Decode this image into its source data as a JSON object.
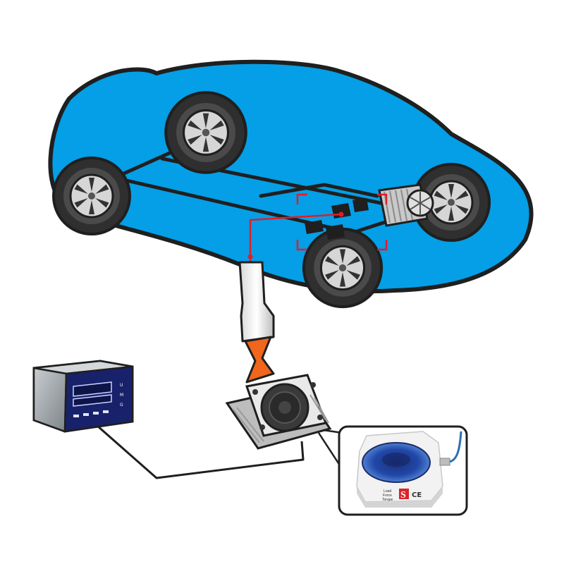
{
  "diagram": {
    "colors": {
      "car_body": "#049fe6",
      "outline": "#1f1f1f",
      "tire": "#2f2f2f",
      "rim": "#cfcfcf",
      "signal_wire": "#e11d2a",
      "nozzle_accent": "#f0661c",
      "sensor_plate": "#2148a8",
      "label_red": "#d8232a",
      "meter_body": "#8f979c",
      "meter_face": "#18226a"
    },
    "photo_inset": {
      "label_lines": [
        "Load",
        "Force",
        "Torque"
      ],
      "brand_letter": "S",
      "cert_mark": "CE"
    },
    "meter": {
      "side_letters": [
        "U",
        "M",
        "G"
      ]
    }
  }
}
